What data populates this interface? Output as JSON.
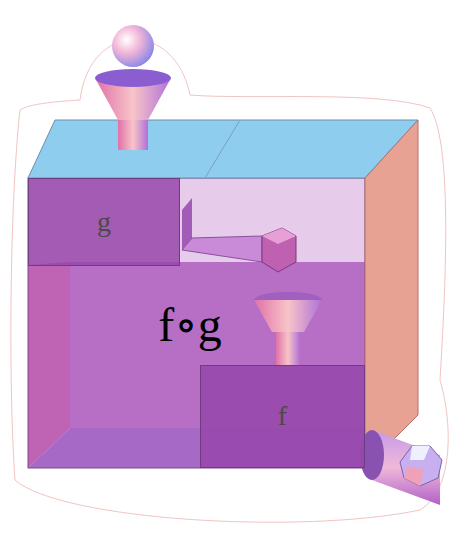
{
  "diagram": {
    "nodes": [
      {
        "text": [
          "f∘g"
        ]
      },
      {
        "text": [
          "g"
        ],
        "in": 0
      },
      {
        "text": [
          "f"
        ],
        "in": 0
      }
    ]
  }
}
